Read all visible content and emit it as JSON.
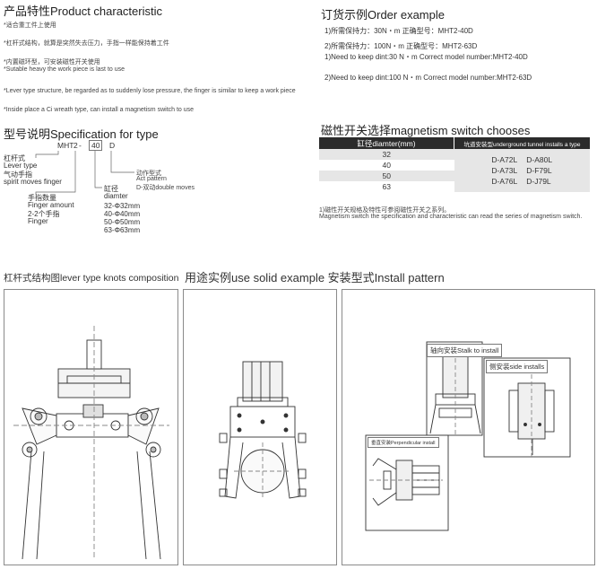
{
  "product": {
    "title": "产品特性Product characteristic",
    "notes": [
      "*适合重工件上使用",
      "*杠杆式结构，就算是突然失去压力，手指一样能保持着工件",
      "*内置磁环型，可安装磁性开关使用",
      "*Sutable heavy the work piece is last to use",
      "*Lever type structure, be regarded as to suddenly lose pressure, the finger is similar to keep a work piece",
      "*Inside place a Ci wreath type, can install a magnetism switch to use"
    ]
  },
  "order": {
    "title": "订货示例Order example",
    "lines": [
      "1)所需保持力：30N・m      正确型号：MHT2-40D",
      "2)所需保持力：100N・m      正确型号：MHT2-63D",
      "1)Need to keep dint:30 N・m Correct model number:MHT2-40D",
      "2)Need to keep dint:100 N・m Correct model number:MHT2-63D"
    ]
  },
  "spec": {
    "title": "型号说明Specification for type",
    "code": {
      "prefix": "MHT",
      "amount": "2",
      "dash": "-",
      "bore": "40",
      "act": "D"
    },
    "lever": [
      "杠杆式",
      "Lever type",
      "气动手指",
      "spirit moves finger"
    ],
    "finger": [
      "手指数量",
      "Finger amount",
      "2-2个手指",
      "Finger"
    ],
    "bore_label": [
      "缸径",
      "diamter"
    ],
    "bore_values": [
      "32-Φ32mm",
      "40-Φ40mm",
      "50-Φ50mm",
      "63-Φ63mm"
    ],
    "act": [
      "动作型式",
      "Act pattern",
      "D-双动double moves"
    ]
  },
  "magnet": {
    "title": "磁性开关选择magnetism switch chooses",
    "col1": "缸径diamter(mm)",
    "col2": "坑道安装型underground tunnel installs a type",
    "bores": [
      "32",
      "40",
      "50",
      "63"
    ],
    "models": [
      "D-A72L",
      "D-A80L",
      "D-A73L",
      "D-F79L",
      "D-A76L",
      "D-J79L"
    ],
    "note_cn": "1)磁性开关规格及特性可参阅磁性开关之系列。",
    "note_en": "Magnetism switch the specification and characteristic can read the series of magnetism switch."
  },
  "sections": {
    "lever_struct": "杠杆式结构图lever type knots composition",
    "use_install": "用途实例use solid example  安装型式Install pattern"
  },
  "install": {
    "axial": "轴向安装Stalk to install",
    "side": "侧安装side installs",
    "perp": "垂直安装Perpendicular install"
  }
}
